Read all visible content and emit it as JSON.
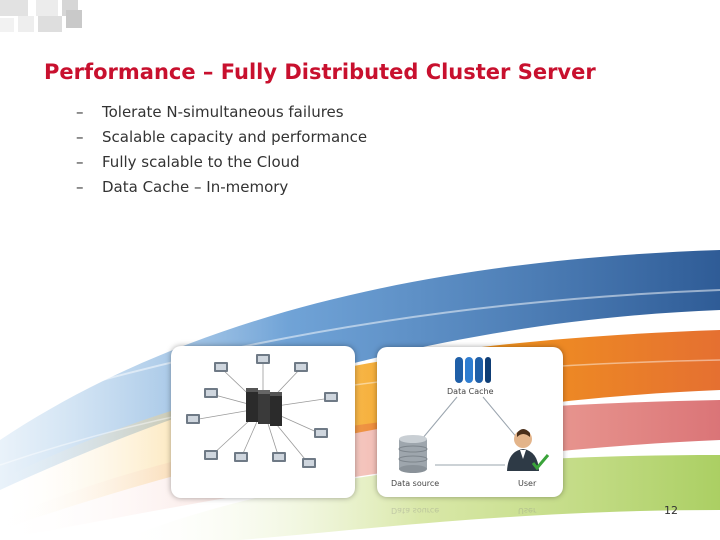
{
  "slide": {
    "title": "Performance – Fully Distributed Cluster Server",
    "bullets": [
      {
        "marker": "–",
        "text": "Tolerate N-simultaneous failures"
      },
      {
        "marker": "–",
        "text": "Scalable capacity and performance"
      },
      {
        "marker": "–",
        "text": "Fully scalable to the Cloud"
      },
      {
        "marker": "–",
        "text": "Data Cache – In-memory"
      }
    ],
    "page_number": "12"
  },
  "diagram": {
    "data_cache_label": "Data Cache",
    "data_source_label": "Data source",
    "user_label": "User"
  },
  "colors": {
    "title": "#c8102e",
    "accent_orange": "#f39200",
    "accent_blue": "#0a4f9c"
  },
  "icons": {
    "cluster": "server-cluster-icon",
    "client": "computer-icon",
    "cache": "data-cache-icon",
    "database": "database-icon",
    "user": "user-icon"
  }
}
